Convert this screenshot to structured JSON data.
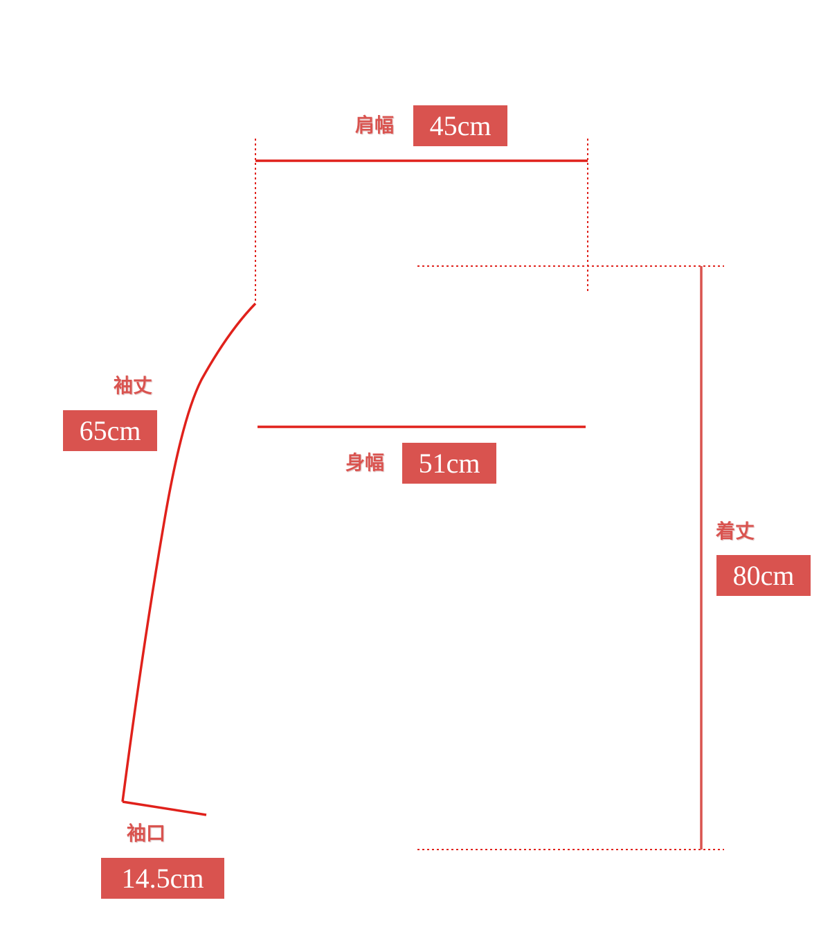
{
  "colors": {
    "accent": "#d9534f",
    "line": "#e0211b",
    "background": "#ffffff",
    "value_text": "#ffffff"
  },
  "measurements": {
    "shoulder_width": {
      "label": "肩幅",
      "value": "45cm"
    },
    "body_width": {
      "label": "身幅",
      "value": "51cm"
    },
    "sleeve_length": {
      "label": "袖丈",
      "value": "65cm"
    },
    "sleeve_opening": {
      "label": "袖口",
      "value": "14.5cm"
    },
    "total_length": {
      "label": "着丈",
      "value": "80cm"
    }
  }
}
